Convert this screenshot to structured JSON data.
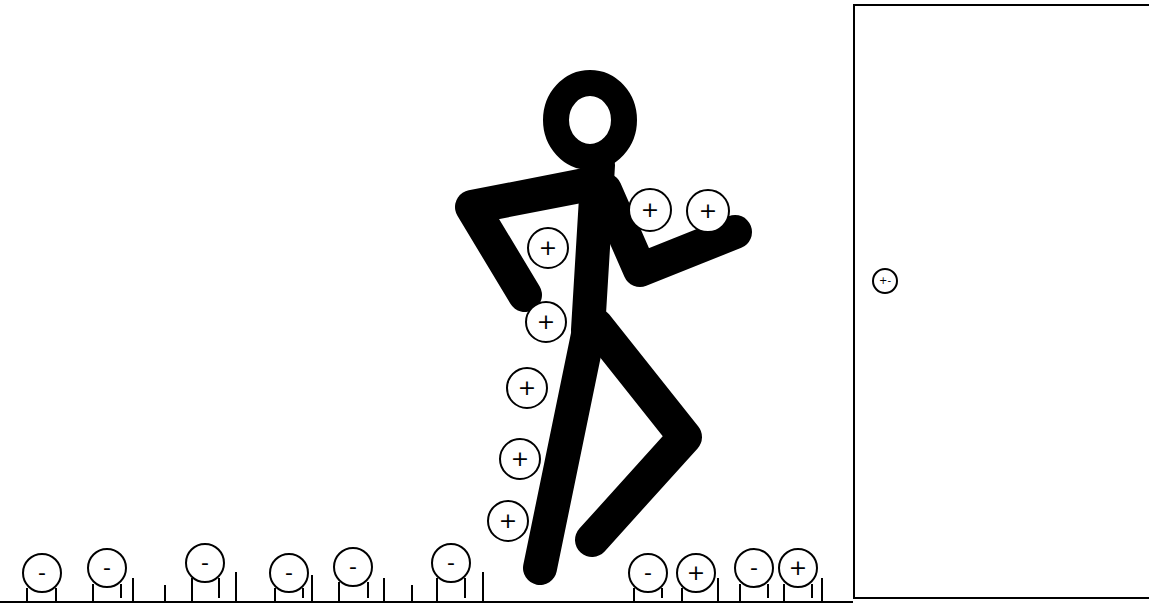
{
  "diagram": {
    "nodes": [
      {
        "text": [
          "+"
        ]
      },
      {
        "text": [
          "+"
        ]
      },
      {
        "text": [
          "+"
        ]
      },
      {
        "text": [
          "+"
        ]
      },
      {
        "text": [
          "+"
        ]
      },
      {
        "text": [
          "+"
        ]
      },
      {
        "text": [
          "+"
        ]
      },
      {
        "text": [
          "+-"
        ]
      },
      {
        "text": [
          "-"
        ]
      },
      {
        "text": [
          "-"
        ]
      },
      {
        "text": [
          "-"
        ]
      },
      {
        "text": [
          "-"
        ]
      },
      {
        "text": [
          "-"
        ]
      },
      {
        "text": [
          "-"
        ]
      },
      {
        "text": [
          "-"
        ]
      },
      {
        "text": [
          "+"
        ]
      },
      {
        "text": [
          "-"
        ]
      },
      {
        "text": [
          "+"
        ]
      }
    ],
    "edges": []
  }
}
